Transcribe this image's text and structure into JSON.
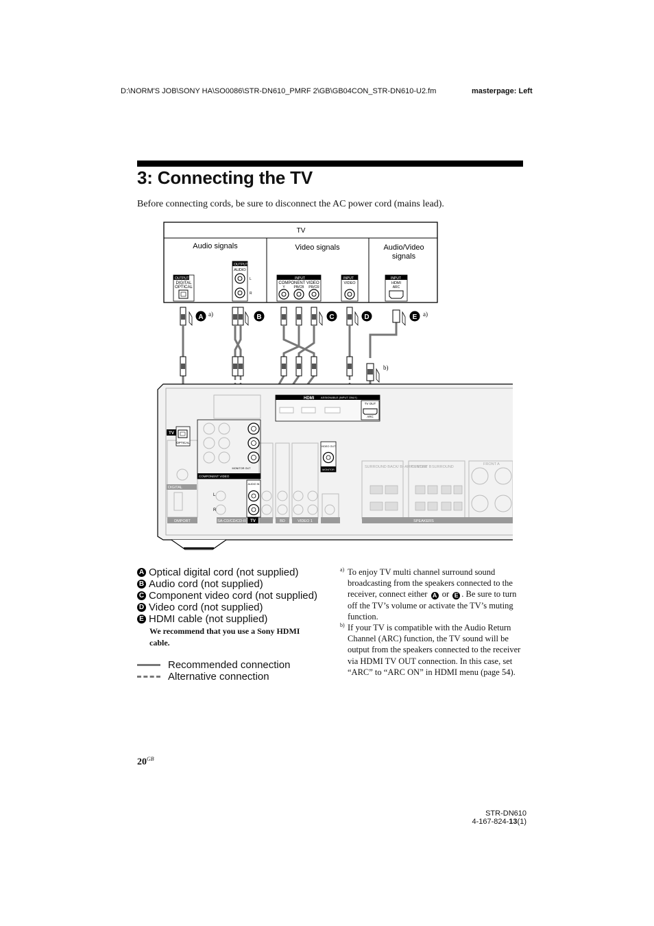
{
  "header": {
    "path": "D:\\NORM'S JOB\\SONY HA\\SO0086\\STR-DN610_PMRF 2\\GB\\GB04CON_STR-DN610-U2.fm",
    "masterpage": "masterpage: Left"
  },
  "title": "3: Connecting the TV",
  "intro": "Before connecting cords, be sure to disconnect the AC power cord (mains lead).",
  "diagram": {
    "tv_label": "TV",
    "col_audio": "Audio signals",
    "col_video": "Video signals",
    "col_av_1": "Audio/Video",
    "col_av_2": "signals",
    "tv_ports": {
      "output": "OUTPUT",
      "digital": "DIGITAL",
      "optical": "OPTICAL",
      "audio": "AUDIO",
      "l": "L",
      "r": "R",
      "input": "INPUT",
      "component_video": "COMPONENT VIDEO",
      "y": "Y",
      "pb": "PB/CB",
      "pr": "PR/CR",
      "video": "VIDEO",
      "hdmi": "HDMI",
      "arc": "ARC"
    },
    "markers": {
      "a": "a)",
      "b": "b)"
    },
    "letters": [
      "A",
      "B",
      "C",
      "D",
      "E"
    ],
    "receiver": {
      "hdmi": "HDMI",
      "assignable": "ASSIGNABLE (INPUT ONLY)",
      "tv_out": "TV OUT",
      "arc": "ARC",
      "tv": "TV",
      "optical": "OPTICAL",
      "digital": "DIGITAL",
      "dmport": "DMPORT",
      "component_video": "COMPONENT VIDEO",
      "monitor_out": "MONITOR OUT",
      "audio_in": "AUDIO IN",
      "video_out": "VIDEO OUT",
      "monitor": "MONITOR",
      "sacd": "SA-CD/CD/CD-R",
      "bd": "BD",
      "video1": "VIDEO 1",
      "speakers": "SPEAKERS",
      "surround_back": "SURROUND BACK/ BI-AMP/ FRONT B",
      "center": "CENTER",
      "surround": "SURROUND",
      "front_a": "FRONT A",
      "l": "L",
      "r": "R"
    }
  },
  "legend": [
    {
      "letter": "A",
      "text": "Optical digital cord (not supplied)"
    },
    {
      "letter": "B",
      "text": "Audio cord (not supplied)"
    },
    {
      "letter": "C",
      "text": "Component video cord (not supplied)"
    },
    {
      "letter": "D",
      "text": "Video cord (not supplied)"
    },
    {
      "letter": "E",
      "text": "HDMI cable (not supplied)"
    }
  ],
  "recommend": "We recommend that you use a Sony HDMI cable.",
  "connections": {
    "recommended": "Recommended connection",
    "alternative": "Alternative connection"
  },
  "notes": {
    "a_marker": "a)",
    "a_text_1": "To enjoy TV multi channel surround sound broadcasting from the speakers connected to the receiver, connect either",
    "a_letter_1": "A",
    "a_or": "or",
    "a_letter_2": "E",
    "a_text_2": ". Be sure to turn off the TV’s volume or activate the TV’s muting function.",
    "b_marker": "b)",
    "b_text": "If your TV is compatible with the Audio Return Channel (ARC) function, the TV sound will be output from the speakers connected to the receiver via HDMI TV OUT connection. In this case, set “ARC” to “ARC ON” in HDMI menu (page 54)."
  },
  "footer": {
    "page": "20",
    "page_sup": "GB",
    "model": "STR-DN610",
    "code_pre": "4-167-824-",
    "code_bold": "13",
    "code_post": "(1)"
  }
}
